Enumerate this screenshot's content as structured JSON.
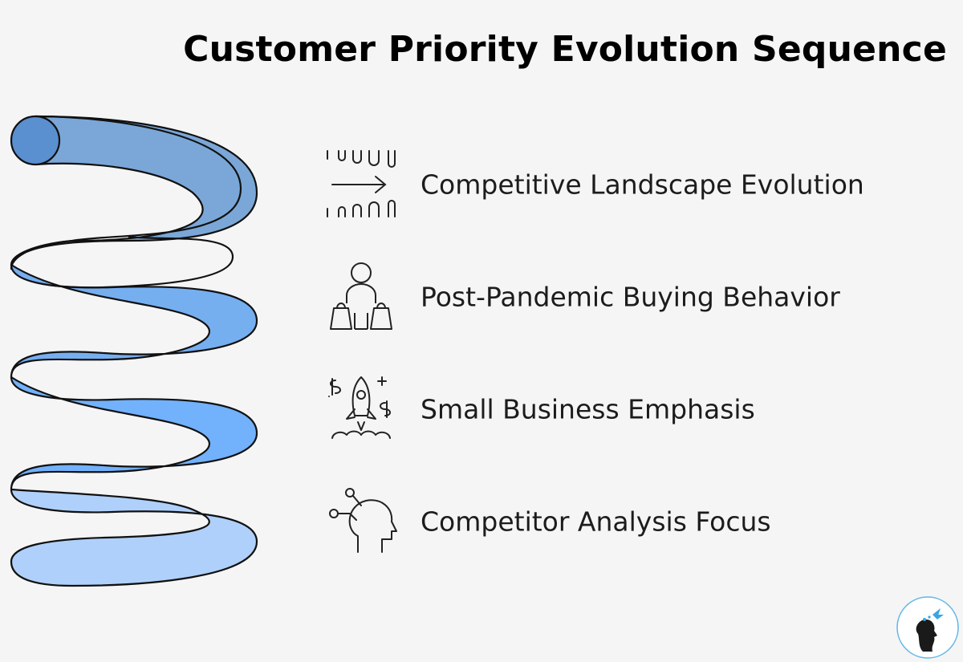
{
  "title": "Customer Priority Evolution Sequence",
  "items": [
    {
      "label": "Competitive Landscape Evolution",
      "icon": "arrow-transition-icon"
    },
    {
      "label": "Post-Pandemic Buying Behavior",
      "icon": "shopper-bags-icon"
    },
    {
      "label": "Small Business Emphasis",
      "icon": "rocket-money-icon"
    },
    {
      "label": "Competitor Analysis Focus",
      "icon": "head-analysis-icon"
    }
  ],
  "colors": {
    "background": "#f5f5f5",
    "coil_top": "#7aa7d8",
    "coil_mid": "#76aff0",
    "coil_low": "#72b1fb",
    "coil_bottom": "#afd0fa",
    "outline": "#111111"
  }
}
